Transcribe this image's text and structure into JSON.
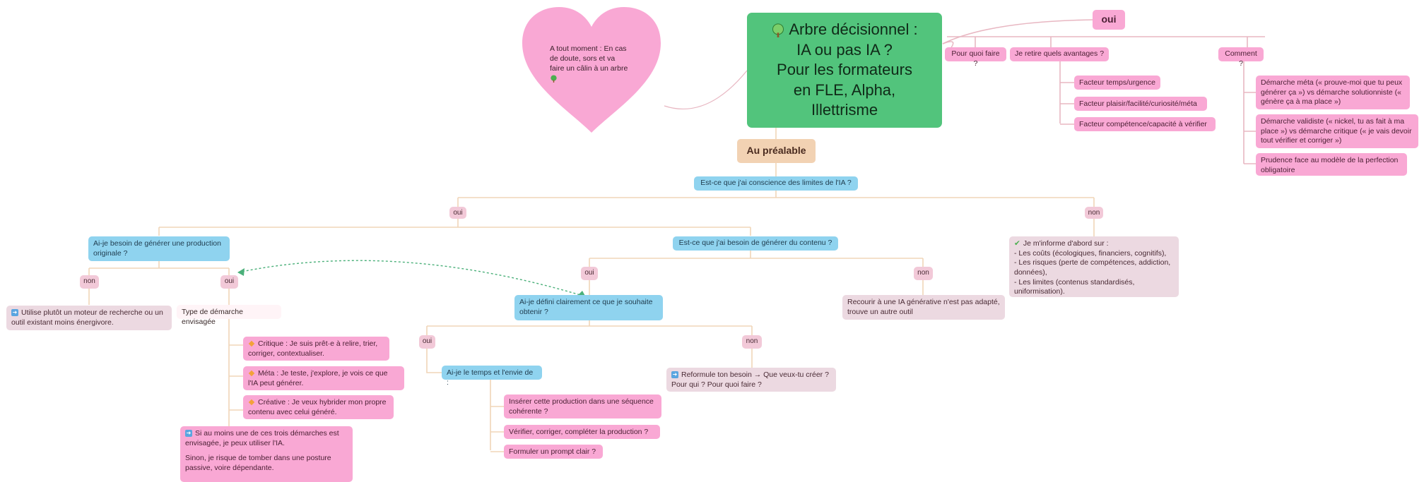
{
  "root": {
    "title_lines": [
      "Arbre décisionnel :",
      "IA ou pas IA ?",
      "Pour les formateurs",
      "en FLE, Alpha,",
      "Illettrisme"
    ],
    "icon": "tree-icon"
  },
  "heart": {
    "text": "A tout moment : En cas de doute, sors et va faire un câlin à un arbre",
    "icon": "tree-icon"
  },
  "top_branch": {
    "oui": "oui",
    "pour_quoi_faire": "Pour quoi faire ?",
    "avantages": "Je retire quels avantages ?",
    "facteurs": [
      "Facteur temps/urgence",
      "Facteur plaisir/facilité/curiosité/méta",
      "Facteur compétence/capacité à vérifier"
    ],
    "comment": "Comment ?",
    "demarches": [
      "Démarche méta (« prouve-moi que tu peux générer ça ») vs démarche solutionniste (« génère ça à ma place »)",
      "Démarche validiste (« nickel, tu as fait à ma place ») vs démarche critique (« je vais devoir tout vérifier et corriger »)",
      "Prudence face au modèle de la perfection obligatoire"
    ]
  },
  "prealable": "Au préalable",
  "q_limites": "Est-ce que j'ai conscience des limites de l'IA ?",
  "limites_oui": "oui",
  "limites_non": "non",
  "informe": {
    "icon": "sprout-icon",
    "lines": [
      "Je m'informe d'abord sur :",
      "- Les coûts (écologiques, financiers, cognitifs),",
      "- Les risques (perte de compétences, addiction, données),",
      "- Les limites (contenus standardisés, uniformisation)."
    ]
  },
  "q_originale": "Ai-je besoin de générer une production originale ?",
  "orig_non": "non",
  "orig_oui": "oui",
  "moteur": "Utilise plutôt un moteur de recherche ou un outil existant moins énergivore.",
  "type_demarche": "Type de démarche envisagée",
  "demarche_items": [
    "Critique : Je suis prêt·e à relire, trier, corriger, contextualiser.",
    "Méta : Je teste, j'explore, je vois ce que l'IA peut générer.",
    "Créative : Je veux hybrider mon propre contenu avec celui généré."
  ],
  "conclusion": {
    "line1": "Si au moins une de ces trois démarches est envisagée, je peux utiliser l'IA.",
    "line2": "Sinon, je risque de tomber dans une posture passive, voire dépendante."
  },
  "q_contenu": "Est-ce que j'ai besoin de générer du contenu ?",
  "contenu_oui": "oui",
  "contenu_non": "non",
  "recourir": "Recourir à une IA générative n'est pas adapté, trouve un autre outil",
  "q_defini": "Ai-je défini clairement ce que je souhaite obtenir ?",
  "defini_oui": "oui",
  "defini_non": "non",
  "q_temps": "Ai-je le temps et l'envie de :",
  "temps_items": [
    "Insérer cette production dans une séquence cohérente ?",
    "Vérifier, corriger, compléter la production ?",
    "Formuler un prompt clair ?"
  ],
  "reformule": "Reformule ton besoin → Que veux-tu créer ? Pour qui ? Pour quoi faire ?",
  "colors": {
    "root": "#52c47c",
    "blue": "#8fd3ef",
    "pink": "#f9a8d4",
    "heart": "#f9a8d4",
    "line": "#f0d5b8",
    "dashed": "#4bb07a"
  }
}
